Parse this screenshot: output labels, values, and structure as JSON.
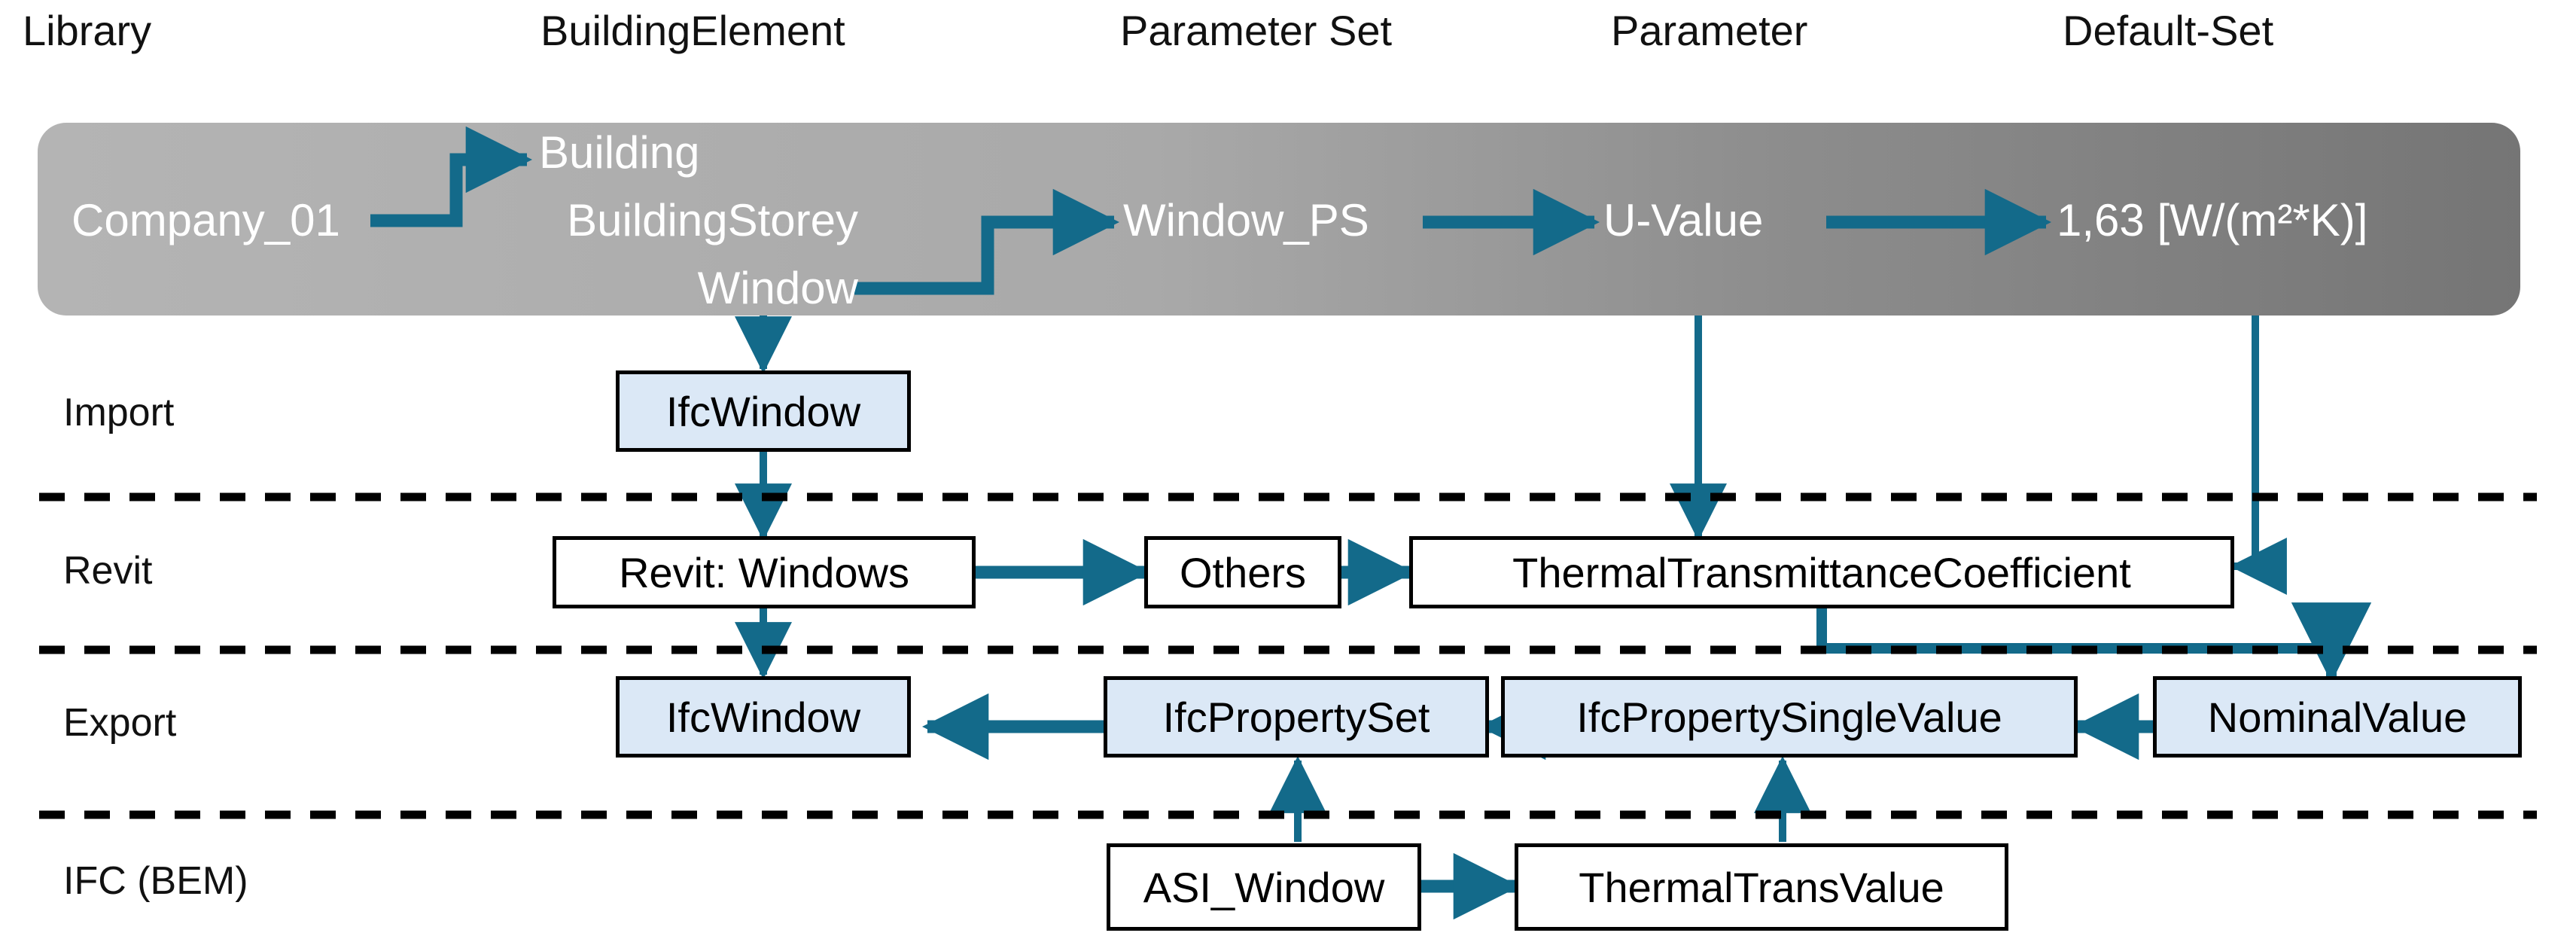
{
  "columns": [
    {
      "label": "Library"
    },
    {
      "label": "BuildingElement"
    },
    {
      "label": "Parameter Set"
    },
    {
      "label": "Parameter"
    },
    {
      "label": "Default-Set"
    }
  ],
  "rows": [
    {
      "label": "Import"
    },
    {
      "label": "Revit"
    },
    {
      "label": "Export"
    },
    {
      "label": "IFC (BEM)"
    }
  ],
  "band": {
    "library": "Company_01",
    "building_elements": [
      "Building",
      "BuildingStorey",
      "Window"
    ],
    "parameter_set": "Window_PS",
    "parameter": "U-Value",
    "default_set": "1,63 [W/(m²*K)]",
    "fill_left": "#b2b2b2",
    "fill_right": "#757575"
  },
  "nodes": {
    "import_ifcwindow": "IfcWindow",
    "revit_windows": "Revit: Windows",
    "revit_others": "Others",
    "revit_ttc": "ThermalTransmittanceCoefficient",
    "export_ifcwindow": "IfcWindow",
    "export_ifcpropertyset": "IfcPropertySet",
    "export_ifcpropertysinglevalue": "IfcPropertySingleValue",
    "export_nominalvalue": "NominalValue",
    "ifc_asi_window": "ASI_Window",
    "ifc_thermaltransvalue": "ThermalTransValue"
  },
  "colors": {
    "arrow": "#136a8a",
    "node_blue_fill": "#dbe8f6",
    "node_white_fill": "#ffffff",
    "node_border": "#000000",
    "divider": "#000000",
    "text_dark": "#111111",
    "text_light": "#ffffff"
  }
}
